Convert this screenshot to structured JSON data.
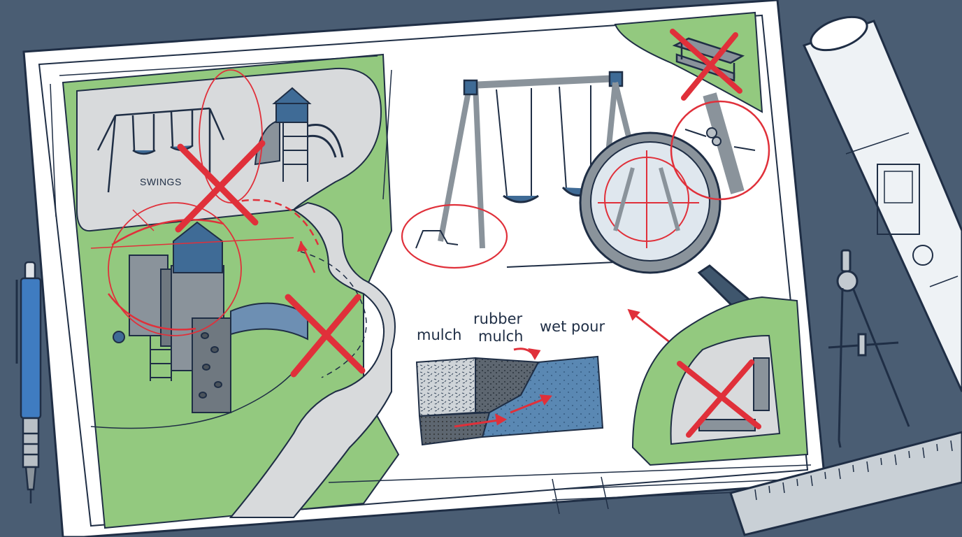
{
  "labels": {
    "swings": "SWINGS",
    "mulch": "mulch",
    "rubber_mulch_line1": "rubber",
    "rubber_mulch_line2": "mulch",
    "wet_pour": "wet pour"
  },
  "colors": {
    "desk": "#4a5d73",
    "paper": "#ffffff",
    "grass": "#93c97f",
    "pavement": "#d8dadc",
    "equipment_blue": "#3f6b96",
    "outline": "#1f2e45",
    "hazard_red": "#e0303a",
    "wet_pour_blue": "#5a88b3"
  },
  "icons": [
    "pencil-icon",
    "compass-icon",
    "ruler-icon",
    "blueprint-roll-icon",
    "magnifying-glass-icon",
    "hazard-cross-icon"
  ]
}
